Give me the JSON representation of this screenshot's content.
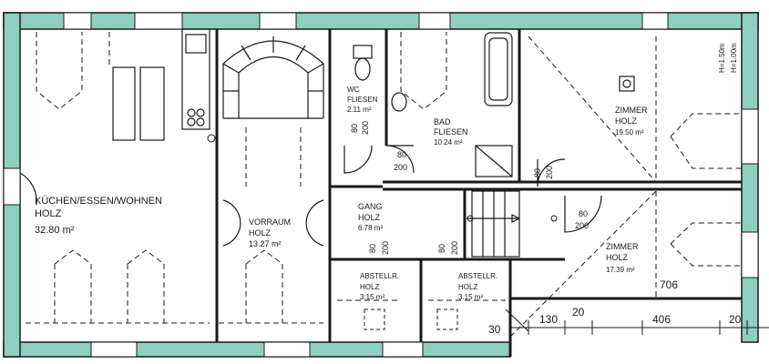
{
  "colors": {
    "wall": "#8fcfbf",
    "line": "#1a1a1a",
    "paper": "#ffffff"
  },
  "rooms": {
    "kitchen": {
      "name": "KÜCHEN/ESSEN/WOHNEN",
      "floor": "HOLZ",
      "area": "32.80 m²"
    },
    "vorraum": {
      "name": "VORRAUM",
      "floor": "HOLZ",
      "area": "13.27 m²"
    },
    "wc": {
      "name": "WC",
      "floor": "FLIESEN",
      "area": "2.11 m²"
    },
    "bad": {
      "name": "BAD",
      "floor": "FLIESEN",
      "area": "10.24 m²"
    },
    "gang": {
      "name": "GANG",
      "floor": "HOLZ",
      "area": "6.78 m²"
    },
    "zimmer1": {
      "name": "ZIMMER",
      "floor": "HOLZ",
      "area": "19.50 m²"
    },
    "zimmer2": {
      "name": "ZIMMER",
      "floor": "HOLZ",
      "area": "17.39 m²"
    },
    "abstell1": {
      "name": "ABSTELLR.",
      "floor": "HOLZ",
      "area": "3.15 m²"
    },
    "abstell2": {
      "name": "ABSTELLR.",
      "floor": "HOLZ",
      "area": "3.15 m²"
    }
  },
  "doors": {
    "wc_w": "80",
    "wc_h": "200",
    "bad_w": "80",
    "bad_h": "200",
    "z1_w": "80",
    "z1_h": "200",
    "z2_w": "80",
    "z2_h": "200",
    "a1_w": "80",
    "a1_h": "200",
    "a2_w": "80",
    "a2_h": "200"
  },
  "heights": {
    "h1": "H=1.50m",
    "h2": "H=1.00m"
  },
  "dims": {
    "d706": "706",
    "d130": "130",
    "d20a": "20",
    "d406": "406",
    "d20b": "20",
    "d30": "30"
  }
}
